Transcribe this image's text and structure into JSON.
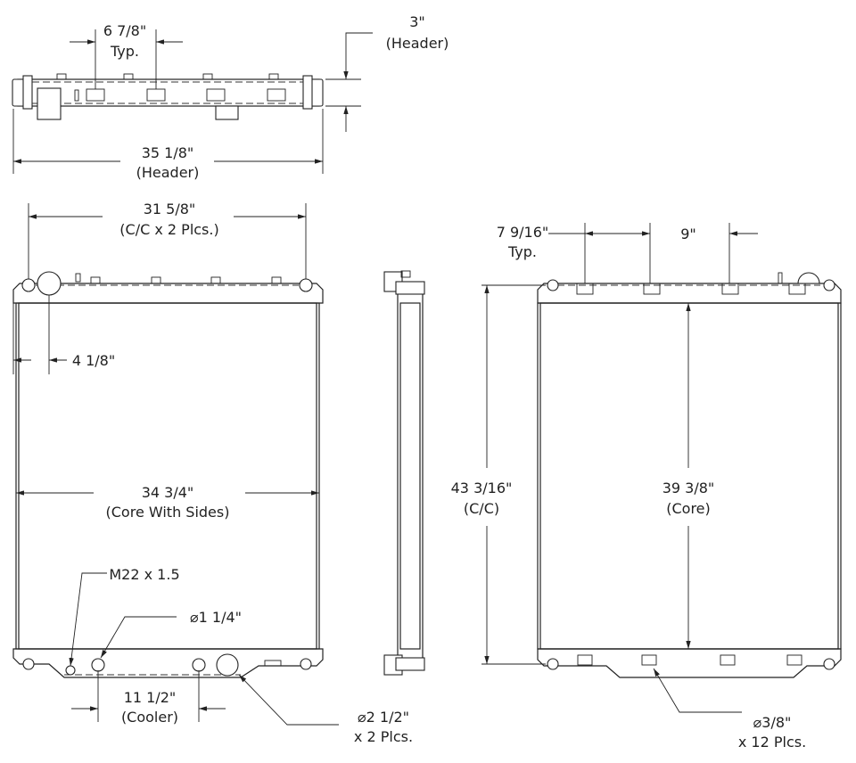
{
  "top_view": {
    "header_height": "3\"",
    "header_height_note": "(Header)",
    "bracket_spacing": "6 7/8\"",
    "bracket_spacing_note": "Typ.",
    "header_width": "35 1/8\"",
    "header_width_note": "(Header)"
  },
  "front_view": {
    "mount_spacing": "31 5/8\"",
    "mount_spacing_note": "(C/C x 2 Plcs.)",
    "inlet_offset": "4 1/8\"",
    "core_width": "34 3/4\"",
    "core_width_note": "(Core With Sides)",
    "drain_thread": "M22 x 1.5",
    "cooler_port_dia": "⌀1 1/4\"",
    "cooler_spacing": "11 1/2\"",
    "cooler_spacing_note": "(Cooler)",
    "outlet_dia": "⌀2 1/2\"",
    "outlet_note": "x 2 Plcs."
  },
  "rear_view": {
    "bracket_spacing": "7 9/16\"",
    "bracket_spacing_note": "Typ.",
    "bracket_spacing_2": "9\"",
    "overall_height": "43 3/16\"",
    "overall_height_note": "(C/C)",
    "core_height": "39 3/8\"",
    "core_height_note": "(Core)",
    "hole_dia": "⌀3/8\"",
    "hole_note": "x 12 Plcs."
  }
}
